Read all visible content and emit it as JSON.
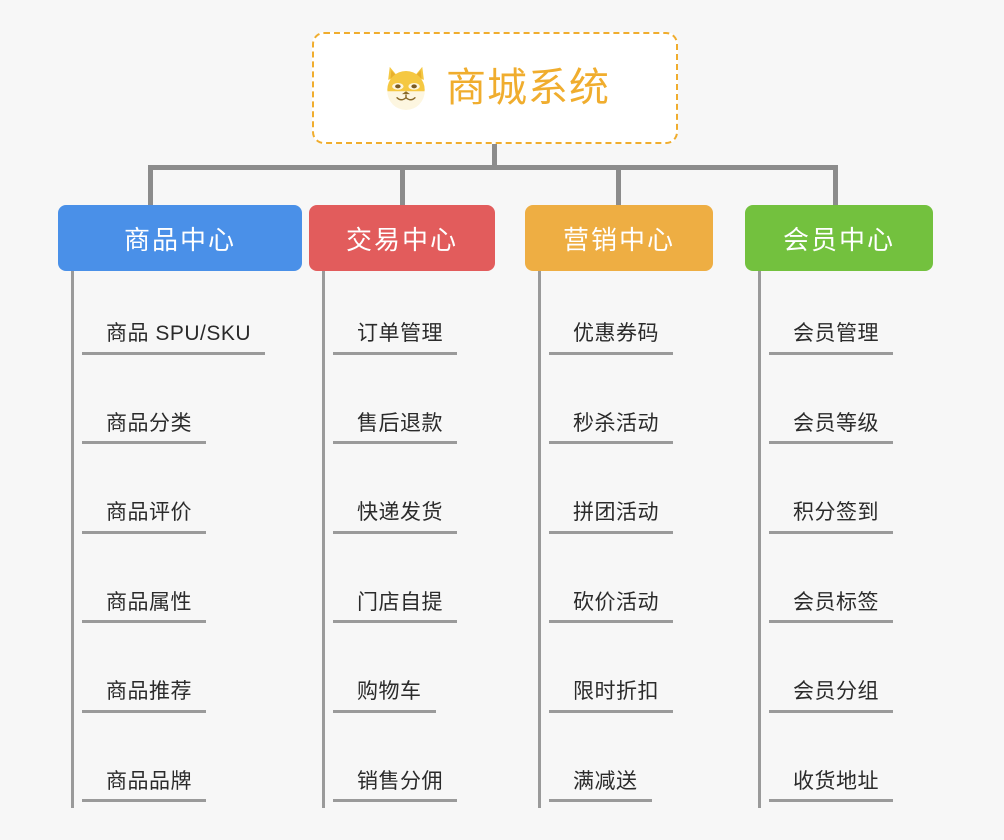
{
  "page": {
    "background_color": "#f7f7f7",
    "type": "mind-map"
  },
  "root": {
    "title": "商城系统",
    "icon": "shiba-dog-face-icon",
    "text_color": "#f0ad2e",
    "border_color": "#f0ad2e",
    "background_color": "#ffffff"
  },
  "connector": {
    "color": "#8c8c8c"
  },
  "branches": [
    {
      "label": "商品中心",
      "color": "#4a90e8",
      "items": [
        "商品 SPU/SKU",
        "商品分类",
        "商品评价",
        "商品属性",
        "商品推荐",
        "商品品牌"
      ]
    },
    {
      "label": "交易中心",
      "color": "#e25c5c",
      "items": [
        "订单管理",
        "售后退款",
        "快递发货",
        "门店自提",
        "购物车",
        "销售分佣"
      ]
    },
    {
      "label": "营销中心",
      "color": "#eeae43",
      "items": [
        "优惠券码",
        "秒杀活动",
        "拼团活动",
        "砍价活动",
        "限时折扣",
        "满减送"
      ]
    },
    {
      "label": "会员中心",
      "color": "#73c13e",
      "items": [
        "会员管理",
        "会员等级",
        "积分签到",
        "会员标签",
        "会员分组",
        "收货地址"
      ]
    }
  ]
}
